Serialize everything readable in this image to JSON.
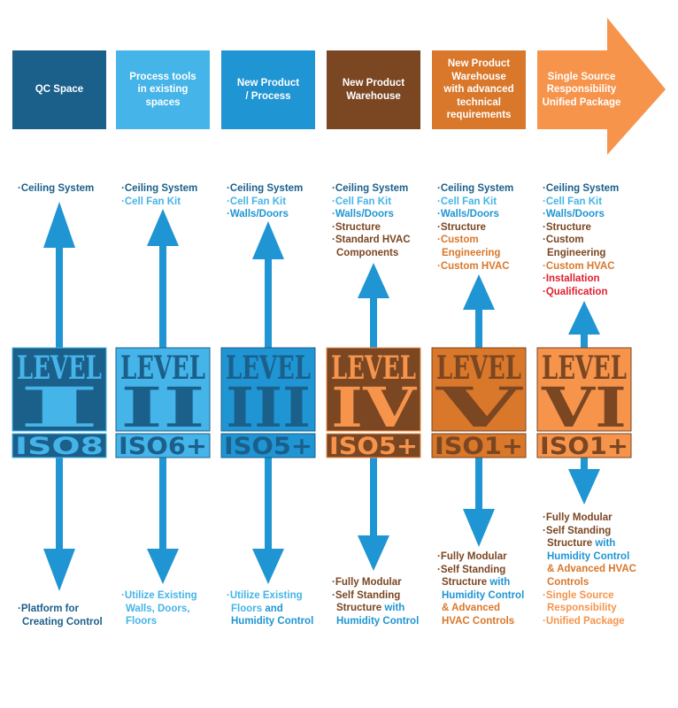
{
  "colors": {
    "dark_blue": "#1b5f8b",
    "light_blue": "#45b4e8",
    "mid_blue": "#1f95d3",
    "brown": "#7b4622",
    "orange": "#d9772a",
    "light_orange": "#f6944c",
    "red": "#e0202e",
    "arrow": "#1f95d3"
  },
  "columns": [
    {
      "header": "QC Space",
      "header_bg": "#1b5f8b",
      "level": "LEVEL",
      "numeral": "I",
      "iso": "ISO8",
      "block_bg": "#1b5f8b",
      "block_fg": "#45b4e8",
      "top_items": [
        [
          {
            "t": "·Ceiling System",
            "c": "#1b5f8b"
          }
        ]
      ],
      "bottom_items": [
        [
          {
            "t": "·Platform for\nCreating Control",
            "c": "#1b5f8b"
          }
        ]
      ]
    },
    {
      "header": "Process tools\nin existing\nspaces",
      "header_bg": "#45b4e8",
      "level": "LEVEL",
      "numeral": "II",
      "iso": "ISO6+",
      "block_bg": "#45b4e8",
      "block_fg": "#1b5f8b",
      "top_items": [
        [
          {
            "t": "·Ceiling System",
            "c": "#1b5f8b"
          }
        ],
        [
          {
            "t": "·Cell Fan Kit",
            "c": "#45b4e8"
          }
        ]
      ],
      "bottom_items": [
        [
          {
            "t": "·Utilize Existing\nWalls, Doors,\nFloors",
            "c": "#45b4e8"
          }
        ]
      ]
    },
    {
      "header": "New Product\n/ Process",
      "header_bg": "#1f95d3",
      "level": "LEVEL",
      "numeral": "III",
      "iso": "ISO5+",
      "block_bg": "#1f95d3",
      "block_fg": "#1b5f8b",
      "top_items": [
        [
          {
            "t": "·Ceiling System",
            "c": "#1b5f8b"
          }
        ],
        [
          {
            "t": "·Cell Fan Kit",
            "c": "#45b4e8"
          }
        ],
        [
          {
            "t": "·Walls/Doors",
            "c": "#1f95d3"
          }
        ]
      ],
      "bottom_items": [
        [
          {
            "t": "·Utilize Existing\nFloors",
            "c": "#45b4e8"
          },
          {
            "t": " and\nHumidity Control",
            "c": "#1f95d3"
          }
        ]
      ]
    },
    {
      "header": "New Product\nWarehouse",
      "header_bg": "#7b4622",
      "level": "LEVEL",
      "numeral": "IV",
      "iso": "ISO5+",
      "block_bg": "#7b4622",
      "block_fg": "#f6944c",
      "top_items": [
        [
          {
            "t": "·Ceiling System",
            "c": "#1b5f8b"
          }
        ],
        [
          {
            "t": "·Cell Fan Kit",
            "c": "#45b4e8"
          }
        ],
        [
          {
            "t": "·Walls/Doors",
            "c": "#1f95d3"
          }
        ],
        [
          {
            "t": "·Structure",
            "c": "#7b4622"
          }
        ],
        [
          {
            "t": "·Standard HVAC\nComponents",
            "c": "#7b4622"
          }
        ]
      ],
      "bottom_items": [
        [
          {
            "t": "·Fully Modular",
            "c": "#7b4622"
          }
        ],
        [
          {
            "t": "·Self Standing\nStructure",
            "c": "#7b4622"
          },
          {
            "t": " with\nHumidity Control",
            "c": "#1f95d3"
          }
        ]
      ]
    },
    {
      "header": "New Product\nWarehouse\nwith advanced\ntechnical\nrequirements",
      "header_bg": "#d9772a",
      "level": "LEVEL",
      "numeral": "V",
      "iso": "ISO1+",
      "block_bg": "#d9772a",
      "block_fg": "#7b4622",
      "top_items": [
        [
          {
            "t": "·Ceiling System",
            "c": "#1b5f8b"
          }
        ],
        [
          {
            "t": "·Cell Fan Kit",
            "c": "#45b4e8"
          }
        ],
        [
          {
            "t": "·Walls/Doors",
            "c": "#1f95d3"
          }
        ],
        [
          {
            "t": "·Structure",
            "c": "#7b4622"
          }
        ],
        [
          {
            "t": "·Custom\nEngineering",
            "c": "#d9772a"
          }
        ],
        [
          {
            "t": "·Custom HVAC",
            "c": "#d9772a"
          }
        ]
      ],
      "bottom_items": [
        [
          {
            "t": "·Fully Modular",
            "c": "#7b4622"
          }
        ],
        [
          {
            "t": "·Self Standing\nStructure",
            "c": "#7b4622"
          },
          {
            "t": " with\nHumidity Control",
            "c": "#1f95d3"
          },
          {
            "t": "\n& Advanced\nHVAC Controls",
            "c": "#d9772a"
          }
        ]
      ]
    },
    {
      "header": "Single Source\nResponsibility\nUnified Package",
      "header_bg": "#f6944c",
      "level": "LEVEL",
      "numeral": "VI",
      "iso": "ISO1+",
      "block_bg": "#f6944c",
      "block_fg": "#7b4622",
      "top_items": [
        [
          {
            "t": "·Ceiling System",
            "c": "#1b5f8b"
          }
        ],
        [
          {
            "t": "·Cell Fan Kit",
            "c": "#45b4e8"
          }
        ],
        [
          {
            "t": "·Walls/Doors",
            "c": "#1f95d3"
          }
        ],
        [
          {
            "t": "·Structure",
            "c": "#7b4622"
          }
        ],
        [
          {
            "t": "·Custom\nEngineering",
            "c": "#7b4622"
          }
        ],
        [
          {
            "t": "·Custom HVAC",
            "c": "#d9772a"
          }
        ],
        [
          {
            "t": "·Installation",
            "c": "#e0202e"
          }
        ],
        [
          {
            "t": "·Qualification",
            "c": "#e0202e"
          }
        ]
      ],
      "bottom_items": [
        [
          {
            "t": "·Fully Modular",
            "c": "#7b4622"
          }
        ],
        [
          {
            "t": "·Self Standing\nStructure",
            "c": "#7b4622"
          },
          {
            "t": " with\nHumidity Control",
            "c": "#1f95d3"
          },
          {
            "t": "\n& Advanced HVAC\nControls",
            "c": "#d9772a"
          }
        ],
        [
          {
            "t": "·Single Source\nResponsibility",
            "c": "#f6944c"
          }
        ],
        [
          {
            "t": "·Unified Package",
            "c": "#f6944c"
          }
        ]
      ]
    }
  ]
}
